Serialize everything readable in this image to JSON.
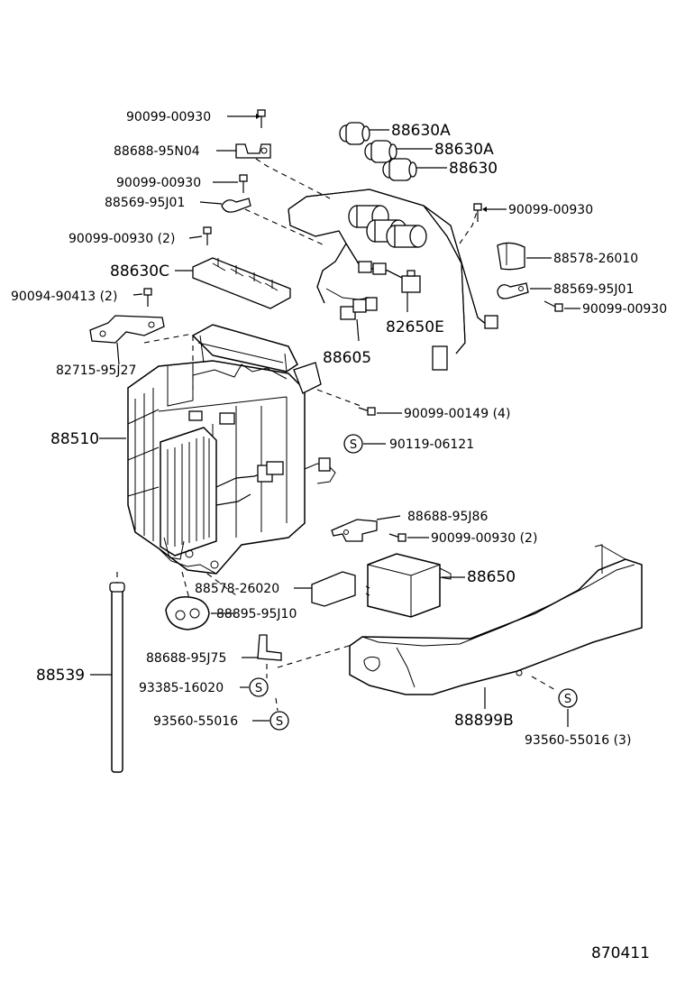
{
  "labels": {
    "p_90099_00930_a": "90099-00930",
    "p_88688_95n04": "88688-95N04",
    "p_90099_00930_b": "90099-00930",
    "p_88569_95j01_a": "88569-95J01",
    "p_90099_00930_2_a": "90099-00930 (2)",
    "p_88630c": "88630C",
    "p_90094_90413_2": "90094-90413 (2)",
    "p_82715_95j27": "82715-95J27",
    "p_88630a_1": "88630A",
    "p_88630a_2": "88630A",
    "p_88630": "88630",
    "p_90099_00930_c": "90099-00930",
    "p_88578_26010": "88578-26010",
    "p_88569_95j01_b": "88569-95J01",
    "p_90099_00930_d": "90099-00930",
    "p_82650e": "82650E",
    "p_88605": "88605",
    "p_90099_00149_4": "90099-00149 (4)",
    "p_88510": "88510",
    "p_90119_06121": "90119-06121",
    "p_88688_95j86": "88688-95J86",
    "p_90099_00930_2_b": "90099-00930 (2)",
    "p_88650": "88650",
    "p_88578_26020": "88578-26020",
    "p_88895_95j10": "88895-95J10",
    "p_88688_95j75": "88688-95J75",
    "p_93385_16020": "93385-16020",
    "p_93560_55016": "93560-55016",
    "p_88539": "88539",
    "p_88899b": "88899B",
    "p_93560_55016_3": "93560-55016 (3)",
    "diagram_number": "870411"
  },
  "symbols": {
    "screw_mark": "S"
  }
}
